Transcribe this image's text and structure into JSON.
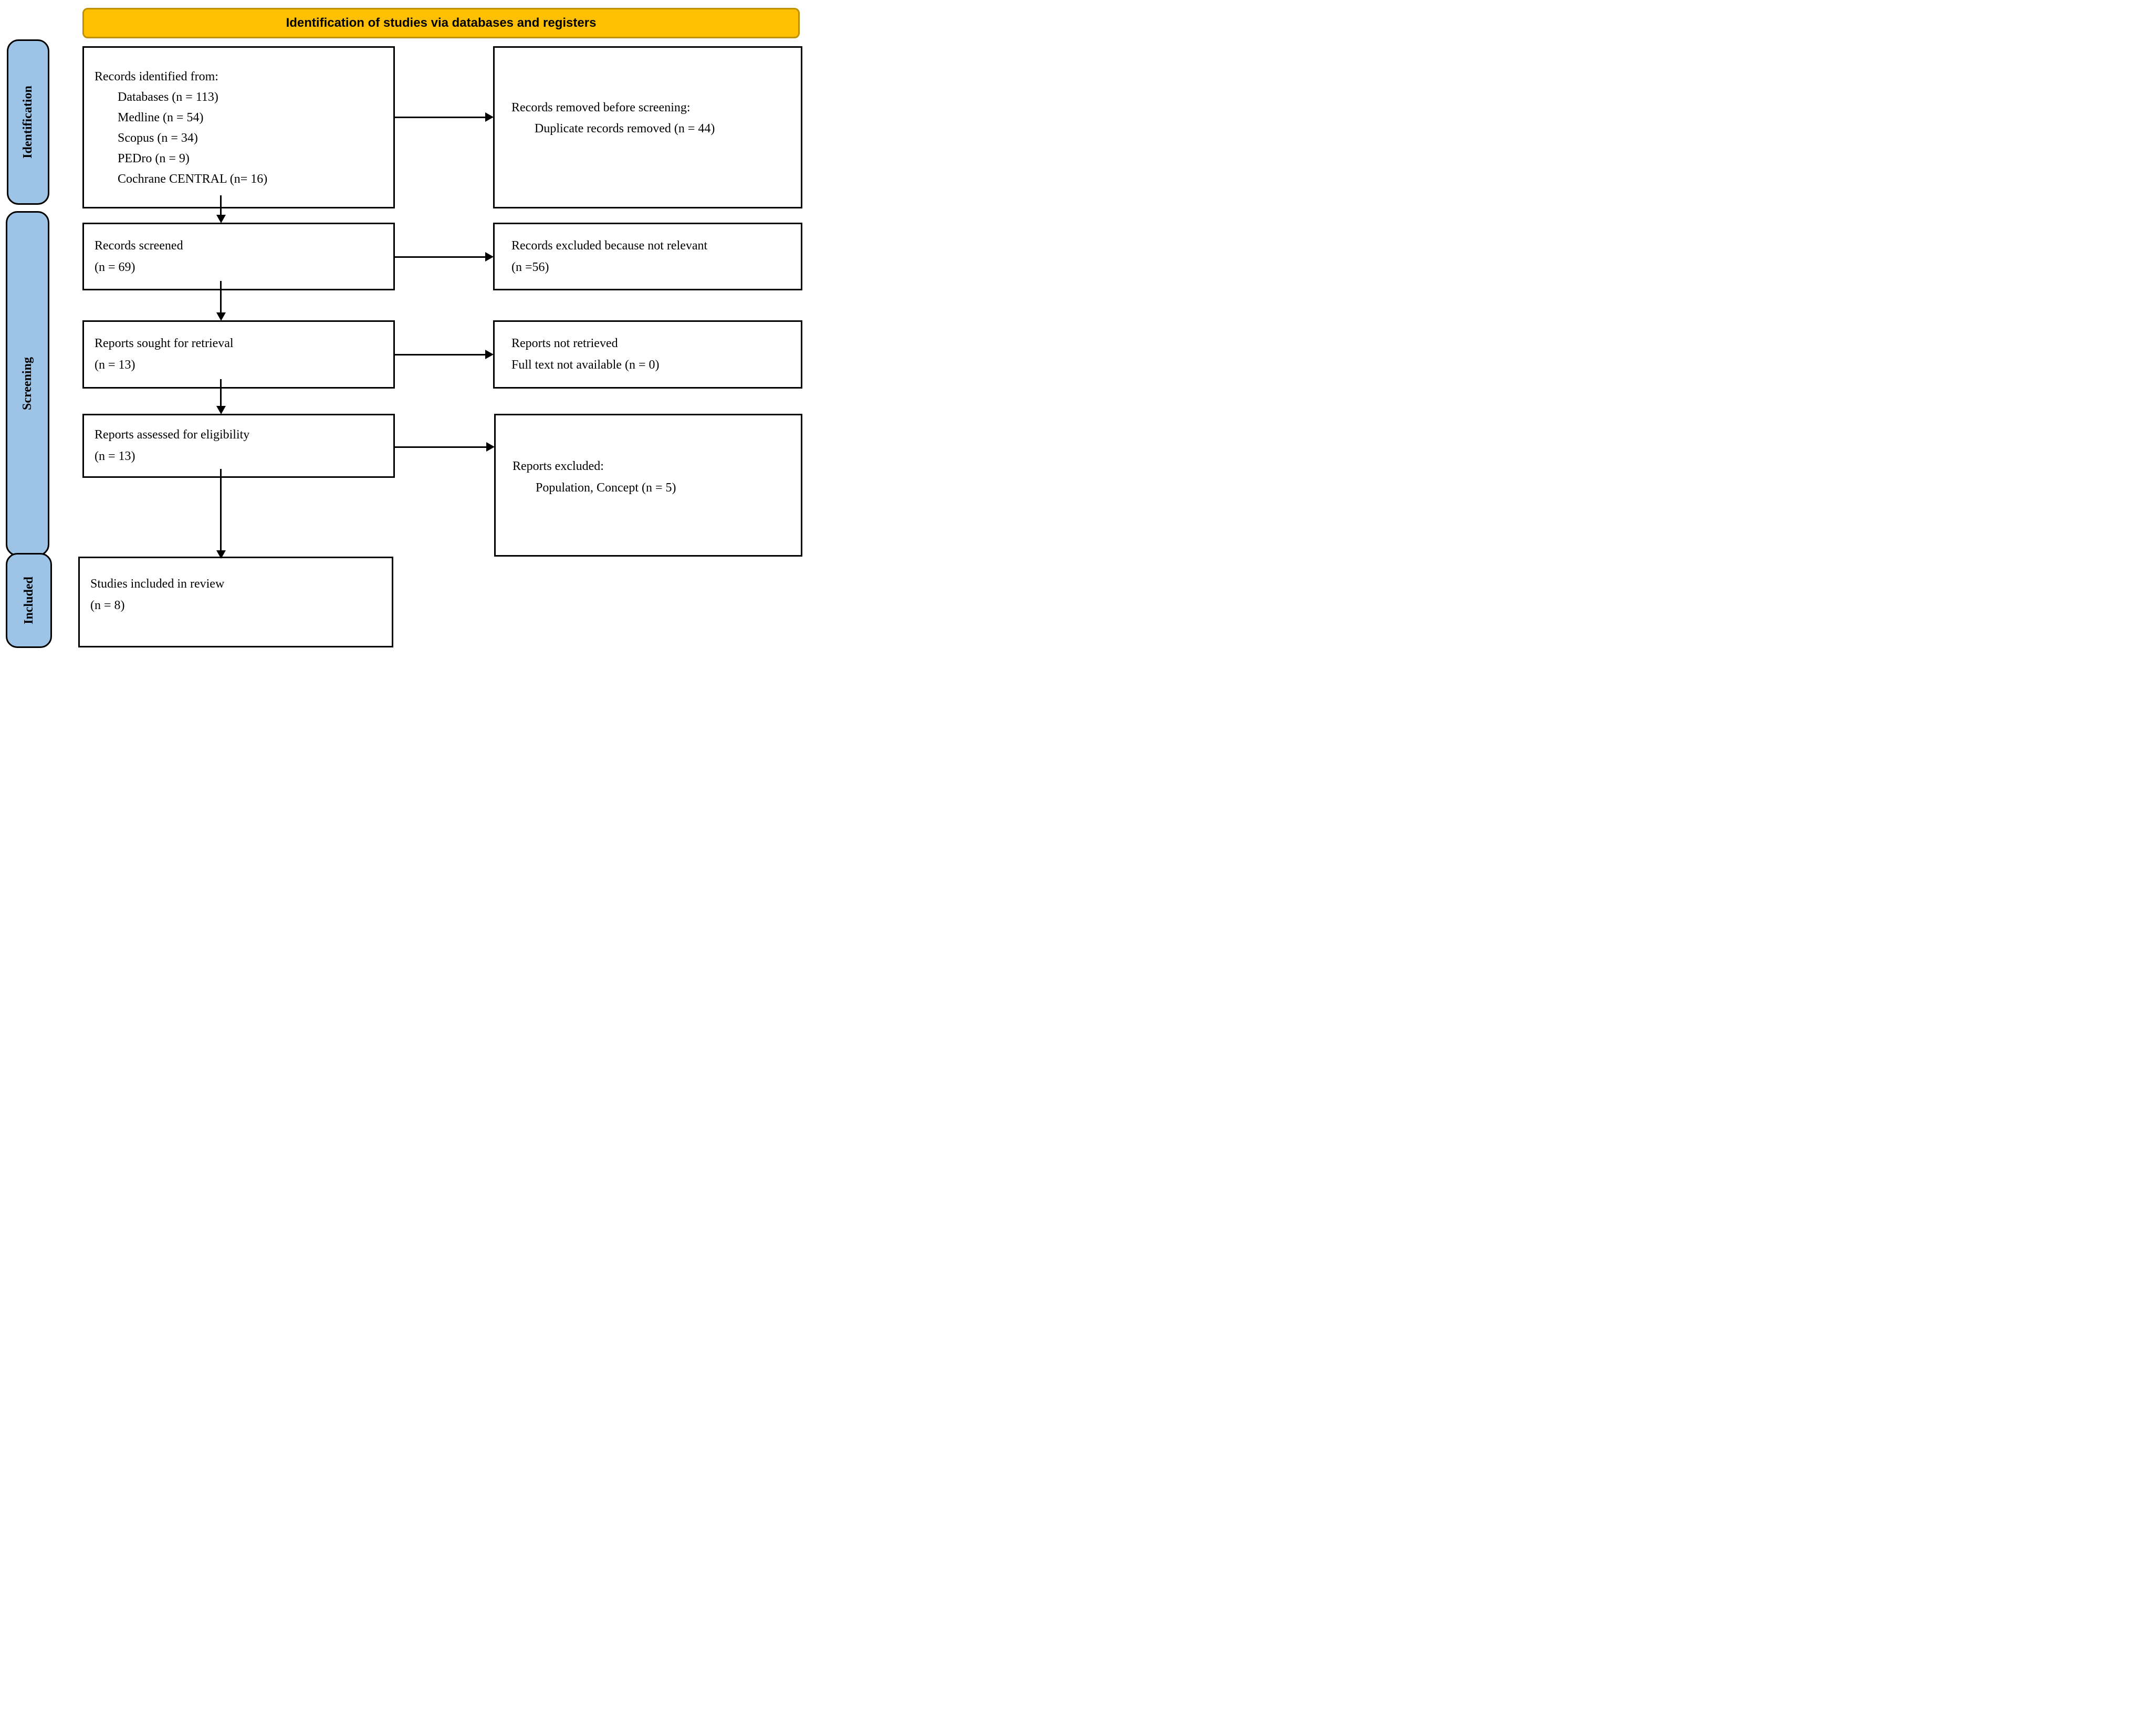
{
  "banner": {
    "title": "Identification of studies via databases and registers"
  },
  "sidebar": {
    "stages": [
      {
        "label": "Identification"
      },
      {
        "label": "Screening"
      },
      {
        "label": "Included"
      }
    ]
  },
  "flow": {
    "identified": {
      "heading": "Records identified from:",
      "items": [
        "Databases (n = 113)",
        "Medline (n = 54)",
        "Scopus (n = 34)",
        "PEDro (n = 9)",
        "Cochrane CENTRAL (n= 16)"
      ]
    },
    "removed_before_screening": {
      "heading": "Records removed before screening:",
      "items": [
        "Duplicate records removed (n = 44)"
      ]
    },
    "screened": {
      "line1": "Records screened",
      "line2": "(n = 69)"
    },
    "excluded_not_relevant": {
      "line1": "Records excluded because not relevant",
      "line2": "(n =56)"
    },
    "sought_for_retrieval": {
      "line1": "Reports sought for retrieval",
      "line2": "(n = 13)"
    },
    "not_retrieved": {
      "line1": "Reports not retrieved",
      "line2": "Full text not available (n = 0)"
    },
    "assessed_for_eligibility": {
      "line1": "Reports assessed for eligibility",
      "line2": "(n = 13)"
    },
    "reports_excluded": {
      "heading": "Reports excluded:",
      "items": [
        "Population, Concept (n = 5)"
      ]
    },
    "included_in_review": {
      "line1": "Studies included in review",
      "line2": "(n = 8)"
    }
  },
  "colors": {
    "banner_fill": "#FFC003",
    "banner_border": "#BF9000",
    "stage_fill": "#9DC3E6",
    "stage_border": "#000000",
    "box_fill": "#FFFFFF",
    "box_border": "#000000",
    "arrow": "#000000",
    "text": "#000000"
  }
}
